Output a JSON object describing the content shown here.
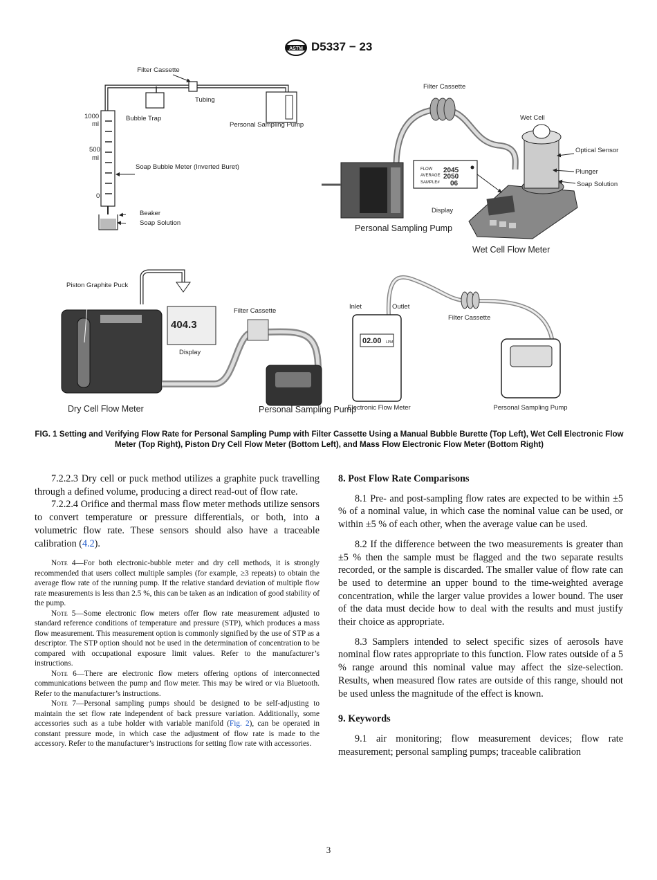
{
  "header": {
    "standard": "D5337 − 23",
    "logo": "ASTM"
  },
  "figure": {
    "tl": {
      "filter_cassette": "Filter Cassette",
      "tubing": "Tubing",
      "bubble_trap": "Bubble Trap",
      "personal_pump": "Personal Sampling Pump",
      "mark_1000": "1000",
      "mark_500": "500",
      "mark_0": "0",
      "ml": "ml",
      "meter": "Soap Bubble Meter (Inverted Buret)",
      "beaker": "Beaker",
      "soap": "Soap Solution"
    },
    "tr": {
      "filter_cassette": "Filter Cassette",
      "wet_cell": "Wet Cell",
      "optical_sensor": "Optical Sensor",
      "plunger": "Plunger",
      "soap_solution": "Soap Solution",
      "display": "Display",
      "display_flow_label": "FLOW",
      "display_flow": "2045",
      "display_average_label": "AVERAGE",
      "display_average": "2050",
      "display_sample_label": "SAMPLE#",
      "display_sample": "06",
      "personal_pump": "Personal Sampling Pump",
      "meter": "Wet Cell Flow Meter"
    },
    "bl": {
      "piston": "Piston Graphite Puck",
      "filter_cassette": "Filter Cassette",
      "display": "Display",
      "display_value": "404.3",
      "meter": "Dry Cell Flow Meter",
      "personal_pump": "Personal Sampling Pump"
    },
    "br": {
      "inlet": "Inlet",
      "outlet": "Outlet",
      "filter_cassette": "Filter Cassette",
      "display_value": "02.00",
      "display_unit": "LPM",
      "meter": "Electronic Flow Meter",
      "personal_pump": "Personal Sampling Pump"
    }
  },
  "caption": "FIG. 1 Setting and Verifying Flow Rate for Personal Sampling Pump with Filter Cassette Using a Manual Bubble Burette (Top Left), Wet Cell Electronic Flow Meter (Top Right), Piston Dry Cell Flow Meter (Bottom Left), and Mass Flow Electronic Flow Meter (Bottom Right)",
  "left_column": {
    "p1": "7.2.2.3 Dry cell or puck method utilizes a graphite puck travelling through a defined volume, producing a direct read-out of flow rate.",
    "p2_text": "7.2.2.4 Orifice and thermal mass flow meter methods utilize sensors to convert temperature or pressure differentials, or both, into a volumetric flow rate. These sensors should also have a traceable calibration (",
    "p2_ref": "4.2",
    "p2_end": ").",
    "note4_label": "Note 4",
    "note4": "—For both electronic-bubble meter and dry cell methods, it is strongly recommended that users collect multiple samples (for example, ≥3 repeats) to obtain the average flow rate of the running pump. If the relative standard deviation of multiple flow rate measurements is less than 2.5 %, this can be taken as an indication of good stability of the pump.",
    "note5_label": "Note 5",
    "note5": "—Some electronic flow meters offer flow rate measurement adjusted to standard reference conditions of temperature and pressure (STP), which produces a mass flow measurement. This measurement option is commonly signified by the use of STP as a descriptor. The STP option should not be used in the determination of concentration to be compared with occupational exposure limit values. Refer to the manufacturer’s instructions.",
    "note6_label": "Note 6",
    "note6": "—There are electronic flow meters offering options of interconnected communications between the pump and flow meter. This may be wired or via Bluetooth. Refer to the manufacturer’s instructions.",
    "note7_label": "Note 7",
    "note7_a": "—Personal sampling pumps should be designed to be self-adjusting to maintain the set flow rate independent of back pressure variation. Additionally, some accessories such as a tube holder with variable manifold (",
    "note7_ref": "Fig. 2",
    "note7_b": "), can be operated in constant pressure mode, in which case the adjustment of flow rate is made to the accessory. Refer to the manufacturer’s instructions for setting flow rate with accessories."
  },
  "right_column": {
    "s8_heading": "8. Post Flow Rate Comparisons",
    "p81": "8.1 Pre- and post-sampling flow rates are expected to be within ±5 % of a nominal value, in which case the nominal value can be used, or within ±5 % of each other, when the average value can be used.",
    "p82": "8.2 If the difference between the two measurements is greater than ±5 % then the sample must be flagged and the two separate results recorded, or the sample is discarded. The smaller value of flow rate can be used to determine an upper bound to the time-weighted average concentration, while the larger value provides a lower bound. The user of the data must decide how to deal with the results and must justify their choice as appropriate.",
    "p83": "8.3 Samplers intended to select specific sizes of aerosols have nominal flow rates appropriate to this function. Flow rates outside of a 5 % range around this nominal value may affect the size-selection. Results, when measured flow rates are outside of this range, should not be used unless the magnitude of the effect is known.",
    "s9_heading": "9. Keywords",
    "p91": "9.1 air monitoring; flow measurement devices; flow rate measurement; personal sampling pumps; traceable calibration"
  },
  "page_number": "3"
}
